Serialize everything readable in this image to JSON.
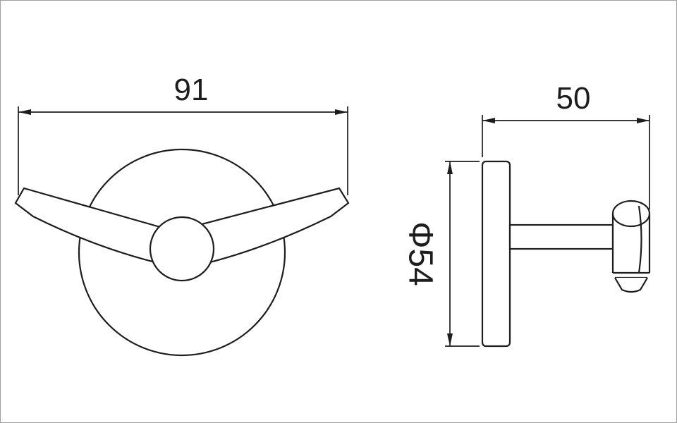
{
  "front_view": {
    "width_label": "91"
  },
  "side_view": {
    "depth_label": "50",
    "diameter_label": "Φ54"
  },
  "colors": {
    "line": "#1d1d1d",
    "background": "#ffffff",
    "frame_border": "#9e9e9e"
  }
}
